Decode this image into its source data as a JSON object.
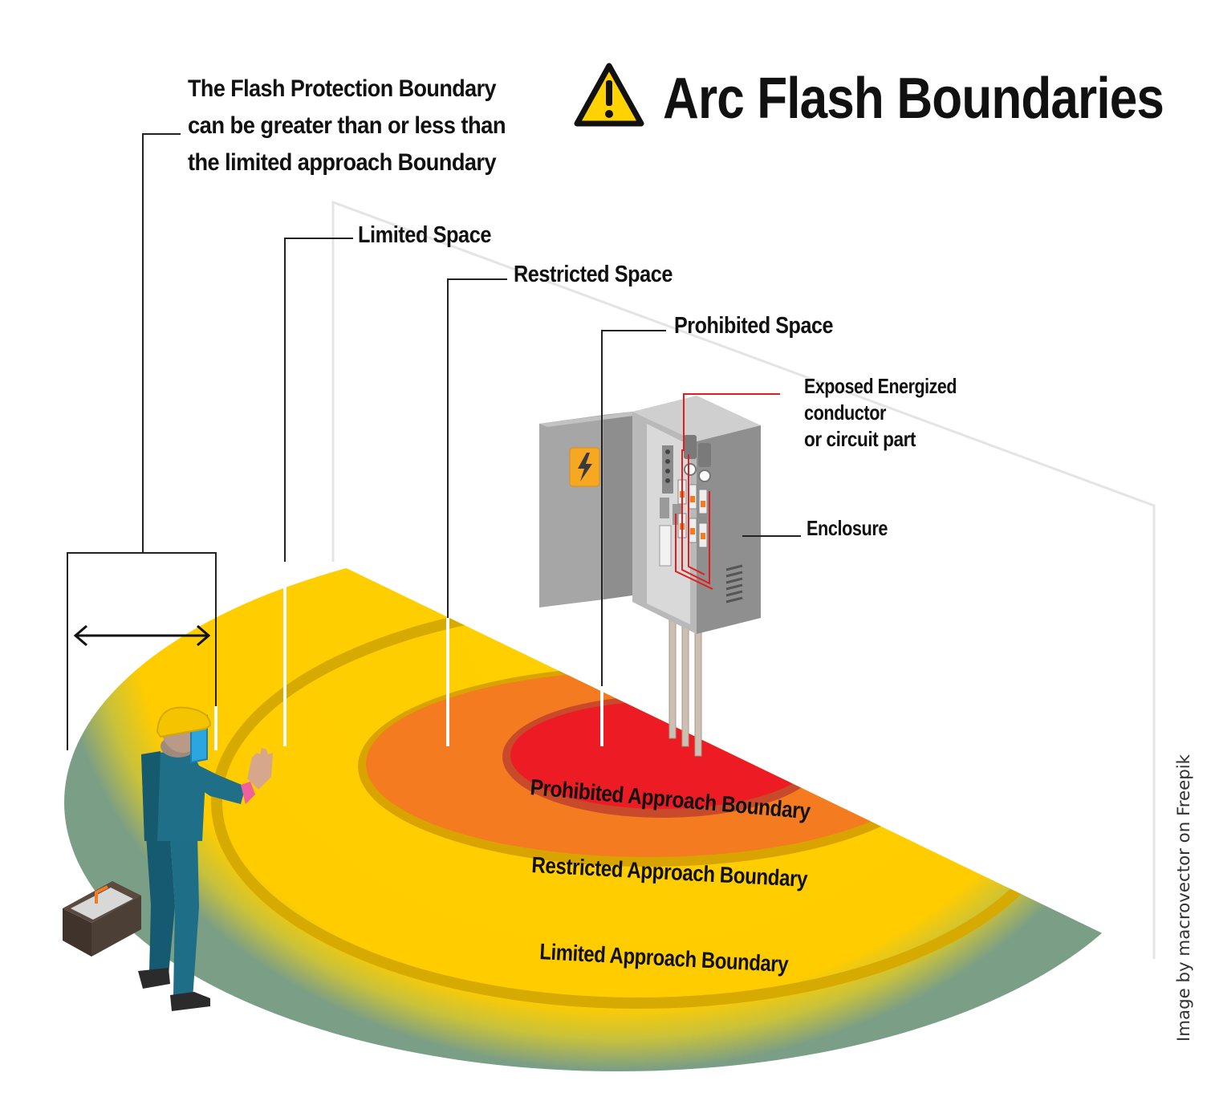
{
  "title": "Arc Flash Boundaries",
  "note": {
    "lines": [
      "The Flash Protection Boundary",
      "can be greater than or less than",
      "the limited approach Boundary"
    ]
  },
  "spaces": {
    "limited": "Limited Space",
    "restricted": "Restricted Space",
    "prohibited": "Prohibited Space"
  },
  "equipment": {
    "exposed_lines": [
      "Exposed Energized",
      "conductor",
      "or circuit part"
    ],
    "enclosure": "Enclosure"
  },
  "boundaries": {
    "prohibited": "Prohibited Approach Boundary",
    "restricted": "Restricted Approach Boundary",
    "limited": "Limited Approach Boundary"
  },
  "credit": "Image by macrovector on Freepik",
  "colors": {
    "prohibited": "#ed1c24",
    "restricted": "#f47b20",
    "limited": "#ffcc00",
    "outer_fade": "#7a9e86",
    "warning": "#ffd200"
  },
  "icons": [
    "warning-icon",
    "lightning-icon",
    "double-arrow-icon"
  ]
}
